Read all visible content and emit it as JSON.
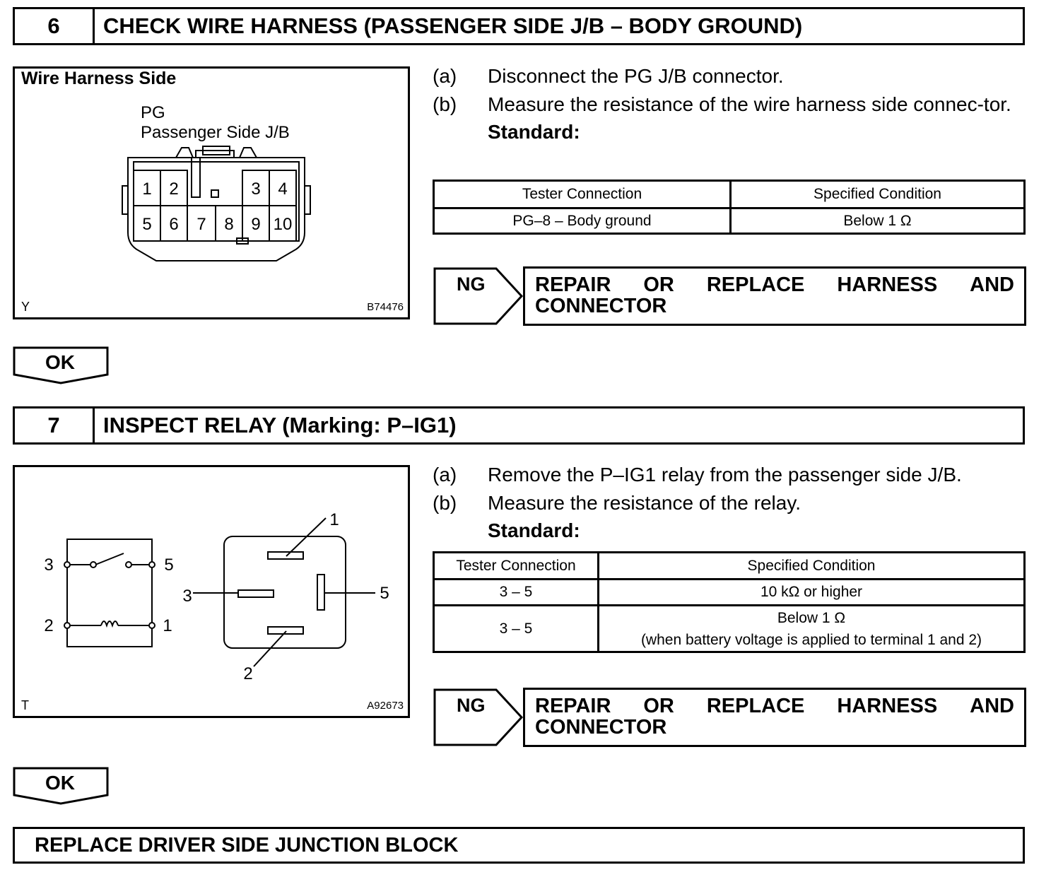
{
  "step6": {
    "number": "6",
    "title": "CHECK WIRE HARNESS (PASSENGER SIDE J/B – BODY GROUND)",
    "figure": {
      "title": "Wire Harness Side",
      "connector_code": "PG",
      "connector_name": "Passenger Side J/B",
      "pins_top": [
        "1",
        "2",
        "3",
        "4"
      ],
      "pins_bottom": [
        "5",
        "6",
        "7",
        "8",
        "9",
        "10"
      ],
      "corner_left": "Y",
      "corner_right": "B74476"
    },
    "instructions": [
      {
        "letter": "(a)",
        "text": "Disconnect the PG J/B connector."
      },
      {
        "letter": "(b)",
        "text": "Measure the resistance of the wire harness side connec-tor."
      }
    ],
    "standard_label": "Standard:",
    "table": {
      "headers": [
        "Tester Connection",
        "Specified Condition"
      ],
      "rows": [
        [
          "PG–8 – Body ground",
          "Below 1 Ω"
        ]
      ]
    },
    "ng": {
      "label": "NG",
      "action_words": [
        "REPAIR",
        "OR",
        "REPLACE",
        "HARNESS",
        "AND"
      ],
      "action_line2": "CONNECTOR"
    },
    "ok_label": "OK"
  },
  "step7": {
    "number": "7",
    "title": "INSPECT RELAY (Marking: P–IG1)",
    "figure": {
      "schematic_terminals": [
        "3",
        "5",
        "2",
        "1"
      ],
      "relay_terminals": [
        "1",
        "3",
        "5",
        "2"
      ],
      "corner_left": "T",
      "corner_right": "A92673"
    },
    "instructions": [
      {
        "letter": "(a)",
        "text": "Remove the P–IG1 relay from the passenger side J/B."
      },
      {
        "letter": "(b)",
        "text": "Measure the resistance of the relay."
      }
    ],
    "standard_label": "Standard:",
    "table": {
      "headers": [
        "Tester Connection",
        "Specified Condition"
      ],
      "rows": [
        [
          "3 – 5",
          "10 kΩ or higher"
        ],
        [
          "3 – 5",
          "Below 1 Ω",
          "(when battery voltage is applied to terminal 1 and 2)"
        ]
      ]
    },
    "ng": {
      "label": "NG",
      "action_words": [
        "REPAIR",
        "OR",
        "REPLACE",
        "HARNESS",
        "AND"
      ],
      "action_line2": "CONNECTOR"
    },
    "ok_label": "OK"
  },
  "final": {
    "text": "REPLACE DRIVER SIDE JUNCTION BLOCK"
  }
}
